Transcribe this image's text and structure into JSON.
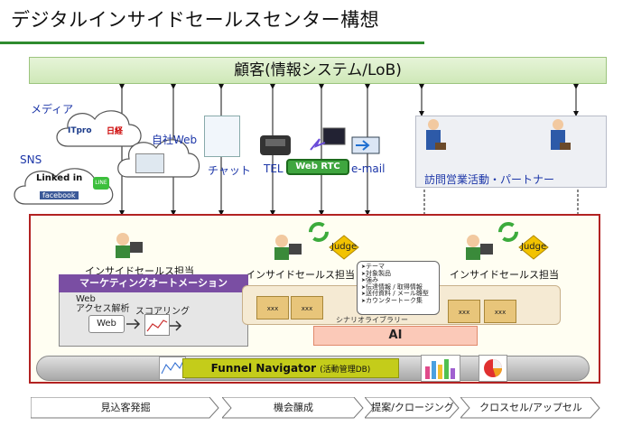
{
  "title": "デジタルインサイドセールスセンター構想",
  "customer_label": "顧客(情報システム/LoB)",
  "channels": {
    "media": "メディア",
    "sns": "SNS",
    "own_web": "自社Web",
    "chat": "チャット",
    "tel": "TEL",
    "webrtc": "Web RTC",
    "email": "e-mail",
    "visit": "訪問営業活動・パートナー"
  },
  "media_logos": [
    "ITpro",
    "日経"
  ],
  "sns_logos": [
    "Linked in",
    "LINE",
    "facebook"
  ],
  "inside_sales": [
    "インサイドセールス担当",
    "インサイドセールス担当",
    "インサイドセールス担当"
  ],
  "judge": "Judge",
  "marketing_automation": {
    "header": "マーケティングオートメーション",
    "web_analysis": "Web\nアクセス解析",
    "scoring": "スコアリング",
    "web_button": "Web"
  },
  "callout_items": [
    "テーマ",
    "対象製品",
    "強み",
    "伝達情報 / 取得情報",
    "送付資料 / メール雛型",
    "カウンタートーク集"
  ],
  "scenario_library": "シナリオライブラリー",
  "folder_label": "xxx",
  "ai_label": "AI",
  "funnel_navigator": "Funnel Navigator",
  "funnel_sub": "(活動管理DB)",
  "phases": [
    "見込客発掘",
    "機会醸成",
    "提案/クロージング",
    "クロスセル/アップセル"
  ],
  "colors": {
    "accent_green": "#2e8b2e",
    "border_red": "#b22222",
    "ma_purple": "#7a4ea3",
    "judge_yellow": "#f2c200",
    "arrow_blue": "#1f6fd1"
  }
}
